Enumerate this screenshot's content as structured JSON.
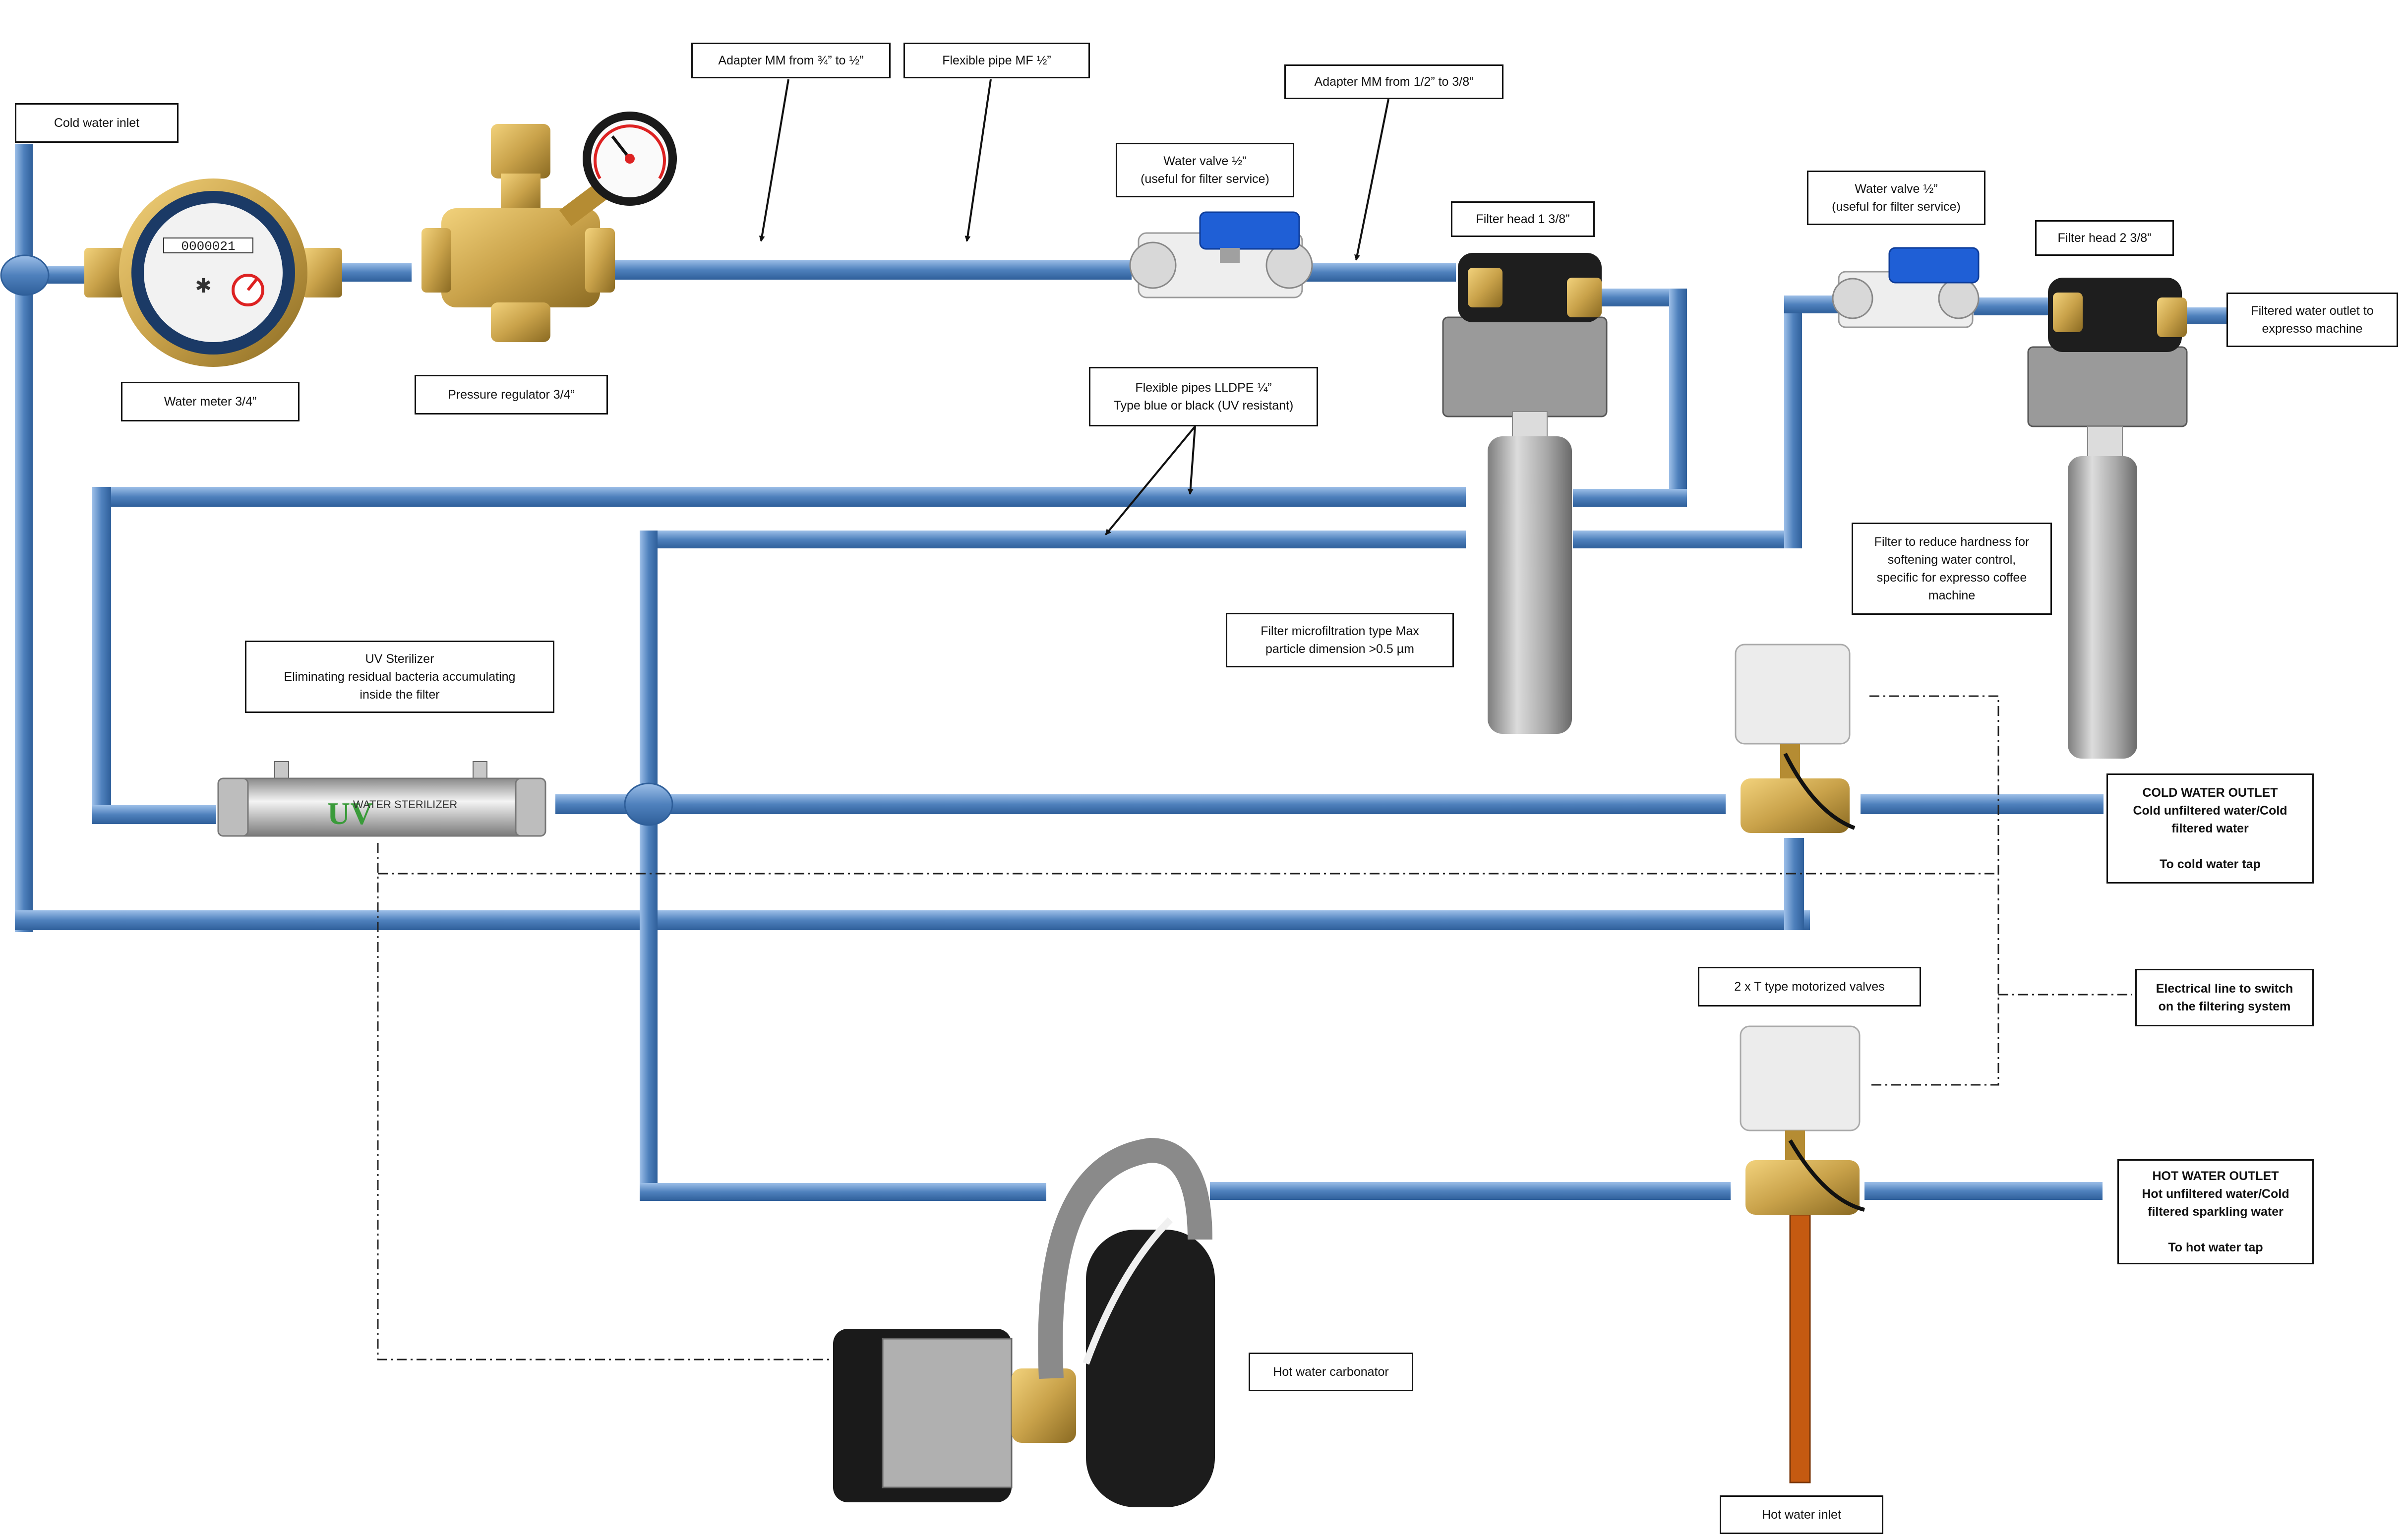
{
  "colors": {
    "pipe": "#4f81bd",
    "pipe_light": "#8fb4e3",
    "hot_pipe": "#c55a11",
    "brass": "#c9a24a",
    "valve_blue": "#1f5fd6",
    "filter": "#a8a8a8",
    "callout_border": "#111111",
    "electrical_line": "#222222"
  },
  "labels": {
    "cold_inlet": "Cold water inlet",
    "water_meter": "Water meter 3/4”",
    "pressure_regulator": "Pressure regulator 3/4”",
    "adapter_34_12": "Adapter MM from ¾” to ½”",
    "flex_pipe_mf": "Flexible pipe MF ½”",
    "adapter_12_38": "Adapter MM from 1/2” to 3/8”",
    "valve1_line1": "Water valve ½”",
    "valve1_line2": "(useful for filter service)",
    "filter_head_1": "Filter head 1 3/8”",
    "valve2_line1": "Water valve ½”",
    "valve2_line2": "(useful for filter service)",
    "filter_head_2": "Filter head 2 3/8”",
    "filtered_outlet_line1": "Filtered water outlet to",
    "filtered_outlet_line2": "expresso machine",
    "flex_lldpe_line1": "Flexible pipes LLDPE ¼”",
    "flex_lldpe_line2": "Type blue or black (UV resistant)",
    "hardness_line1": "Filter to reduce hardness for",
    "hardness_line2": "softening water control,",
    "hardness_line3": "specific for expresso coffee",
    "hardness_line4": "machine",
    "microfilt_line1": "Filter microfiltration type Max",
    "microfilt_line2": "particle dimension >0.5 µm",
    "uv_line1": "UV Sterilizer",
    "uv_line2": "Eliminating residual bacteria accumulating",
    "uv_line3": "inside the filter",
    "cold_outlet_line1": "COLD WATER OUTLET",
    "cold_outlet_line2": "Cold unfiltered water/Cold",
    "cold_outlet_line3": "filtered water",
    "cold_outlet_line4": "To cold water tap",
    "t_valves": "2 x T type motorized valves",
    "electrical_line1": "Electrical line to switch",
    "electrical_line2": "on the filtering system",
    "hot_outlet_line1": "HOT WATER OUTLET",
    "hot_outlet_line2": "Hot unfiltered water/Cold",
    "hot_outlet_line3": "filtered sparkling water",
    "hot_outlet_line4": "To hot water tap",
    "carbonator": "Hot water carbonator",
    "hot_inlet": "Hot water inlet"
  },
  "device_text": {
    "uv_badge": "UV",
    "uv_brand": "WATER STERILIZER",
    "meter_reading": "0000021"
  }
}
